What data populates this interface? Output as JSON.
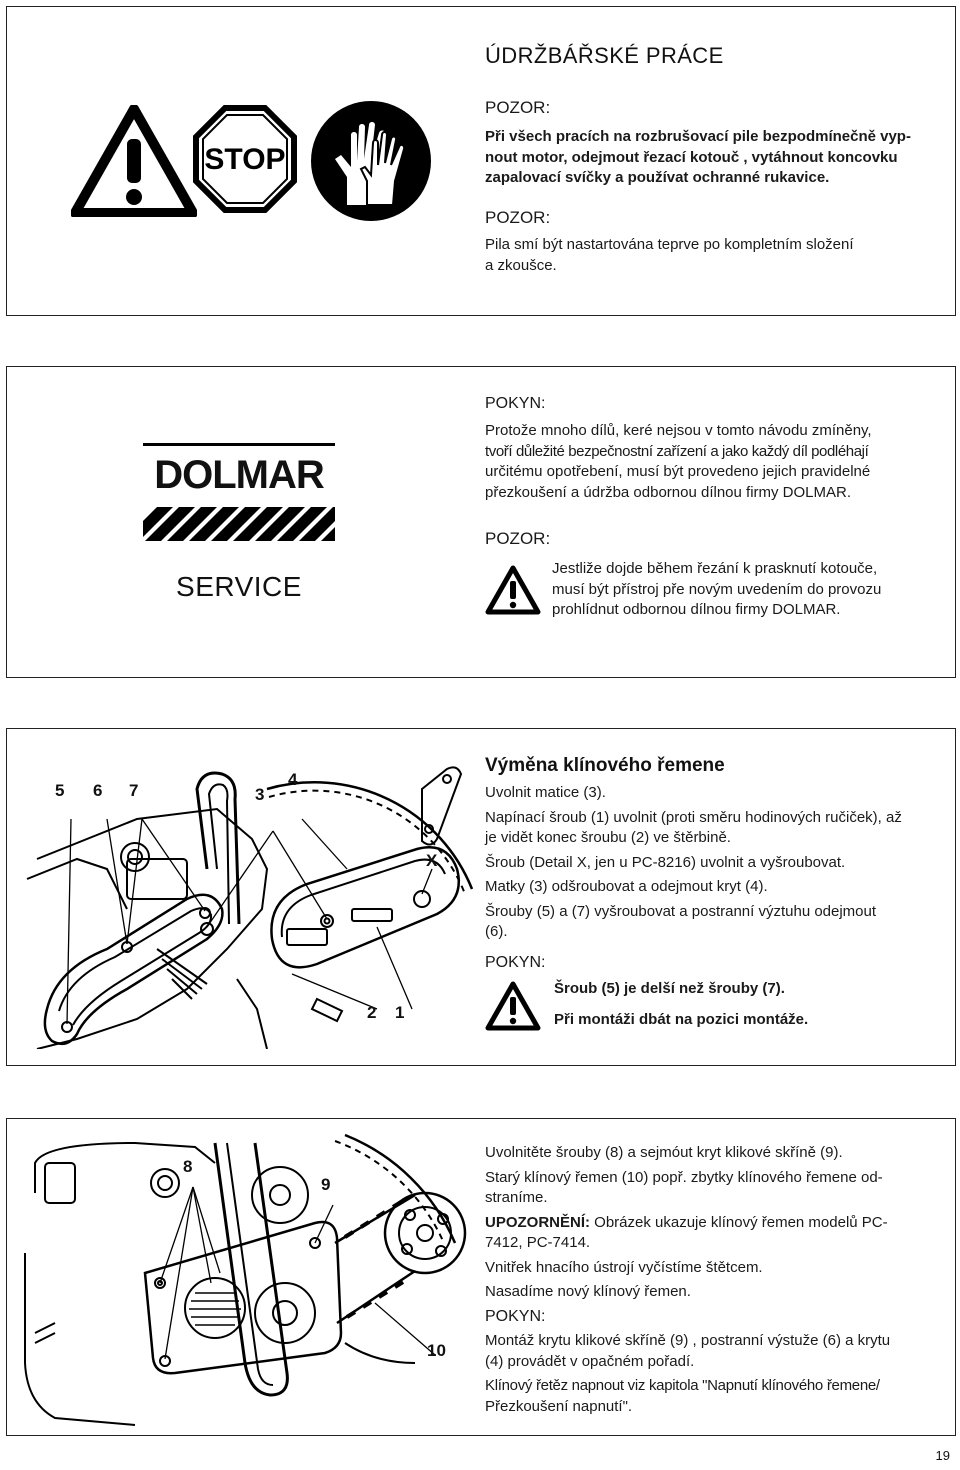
{
  "section1": {
    "title": "ÚDRŽBÁŘSKÉ PRÁCE",
    "stop_sign_text": "STOP",
    "warning1_label": "POZOR:",
    "warning1_lines": [
      "Při všech pracích na rozbrušovací pile bezpodmínečně vyp-",
      "nout motor, odejmout řezací kotouč , vytáhnout koncovku",
      "zapalovací svíčky a používat ochranné rukavice."
    ],
    "warning2_label": "POZOR:",
    "warning2_lines": [
      "Pila smí být nastartována teprve po kompletním složení",
      "a zkoušce."
    ]
  },
  "section2": {
    "logo_text": "DOLMAR",
    "service_text": "SERVICE",
    "note_label": "POKYN:",
    "note_lines": [
      "Protože mnoho dílů, keré nejsou v tomto návodu zmíněny,",
      "tvoří důležité bezpečnostní zařízení a jako každý díl podléhají",
      "určitému opotřebení, musí být provedeno jejich pravidelné",
      "přezkoušení a údržba odbornou dílnou firmy DOLMAR."
    ],
    "warning_label": "POZOR:",
    "warning_lines": [
      "Jestliže dojde během řezání k prasknutí kotouče,",
      "musí být přístroj pře novým uvedením do provozu",
      "prohlídnut odbornou dílnou firmy DOLMAR."
    ]
  },
  "section3": {
    "heading": "Výměna klínového řemene",
    "callouts": {
      "c5": "5",
      "c6": "6",
      "c7": "7",
      "c3": "3",
      "c4": "4",
      "cx": "X",
      "c2": "2",
      "c1": "1"
    },
    "lines": [
      "Uvolnit matice (3).",
      "Napínací šroub (1) uvolnit (proti směru hodinových ručiček), až",
      "je vidět konec šroubu (2) ve štěrbině.",
      "Šroub (Detail X, jen u PC-8216) uvolnit a vyšroubovat.",
      "Matky (3) odšroubovat a odejmout kryt (4).",
      "Šrouby (5) a (7) vyšroubovat a postranní výztuhu odejmout",
      "(6)."
    ],
    "note_label": "POKYN:",
    "note_lines": [
      "Šroub (5) je delší než šrouby (7).",
      "Při montáži dbát na pozici montáže."
    ]
  },
  "section4": {
    "callouts": {
      "c8": "8",
      "c9": "9",
      "c10": "10"
    },
    "lines": [
      "Uvolnitěte šrouby (8) a sejmóut kryt klikové skříně (9).",
      "Starý klínový řemen (10) popř. zbytky klínového řemene od-",
      "straníme."
    ],
    "notice_label": "UPOZORNĚNÍ:",
    "notice_text": " Obrázek ukazuje klínový řemen modelů PC-",
    "notice_line2": "7412, PC-7414.",
    "lines2": [
      "Vnitřek hnacího ústrojí vyčístíme štětcem.",
      "Nasadíme nový klínový řemen."
    ],
    "note_label": "POKYN:",
    "note_lines": [
      "Montáž krytu klikové skříně (9) , postranní výstuže (6) a krytu",
      "(4) provádět v opačném pořadí."
    ],
    "final_line1": "Klínový řetěz napnout viz kapitola \"Napnutí klínového řemene/",
    "final_line2": "Přezkoušení napnutí\"."
  },
  "page_number": "19"
}
